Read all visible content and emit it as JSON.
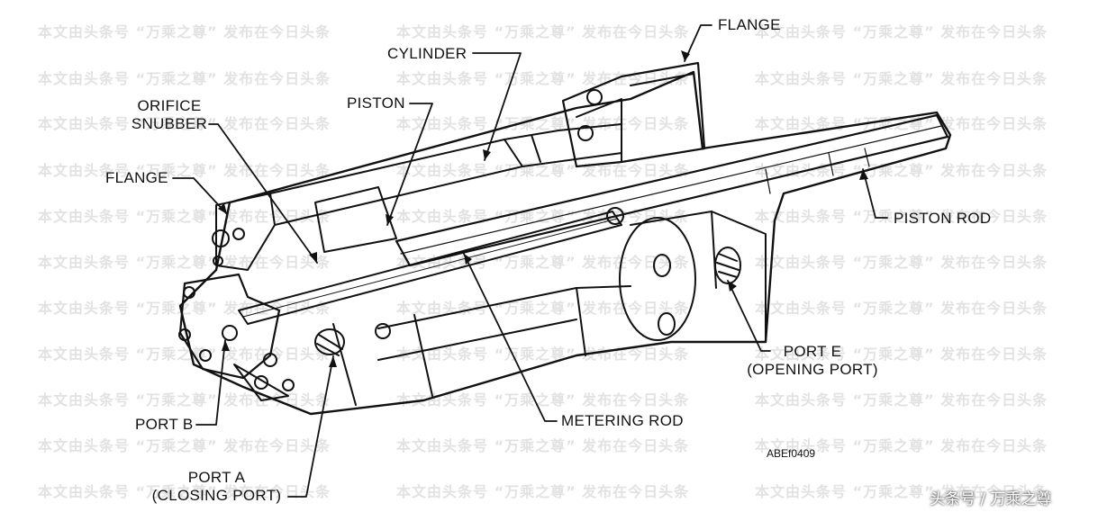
{
  "labels": {
    "flange_top": "FLANGE",
    "cylinder": "CYLINDER",
    "piston": "PISTON",
    "orifice_snubber_l1": "ORIFICE",
    "orifice_snubber_l2": "SNUBBER",
    "flange_left": "FLANGE",
    "piston_rod": "PISTON ROD",
    "port_e_l1": "PORT E",
    "port_e_l2": "(OPENING PORT)",
    "metering_rod": "METERING ROD",
    "port_b": "PORT B",
    "port_a_l1": "PORT A",
    "port_a_l2": "(CLOSING PORT)",
    "figure_code": "ABEf0409"
  },
  "watermark_text": "本文由头条号 “万乘之尊” 发布在今日头条",
  "footer_text": "头条号 / 万乘之尊",
  "colors": {
    "ink": "#111111",
    "watermark": "#e2e2e2",
    "background": "#ffffff"
  }
}
